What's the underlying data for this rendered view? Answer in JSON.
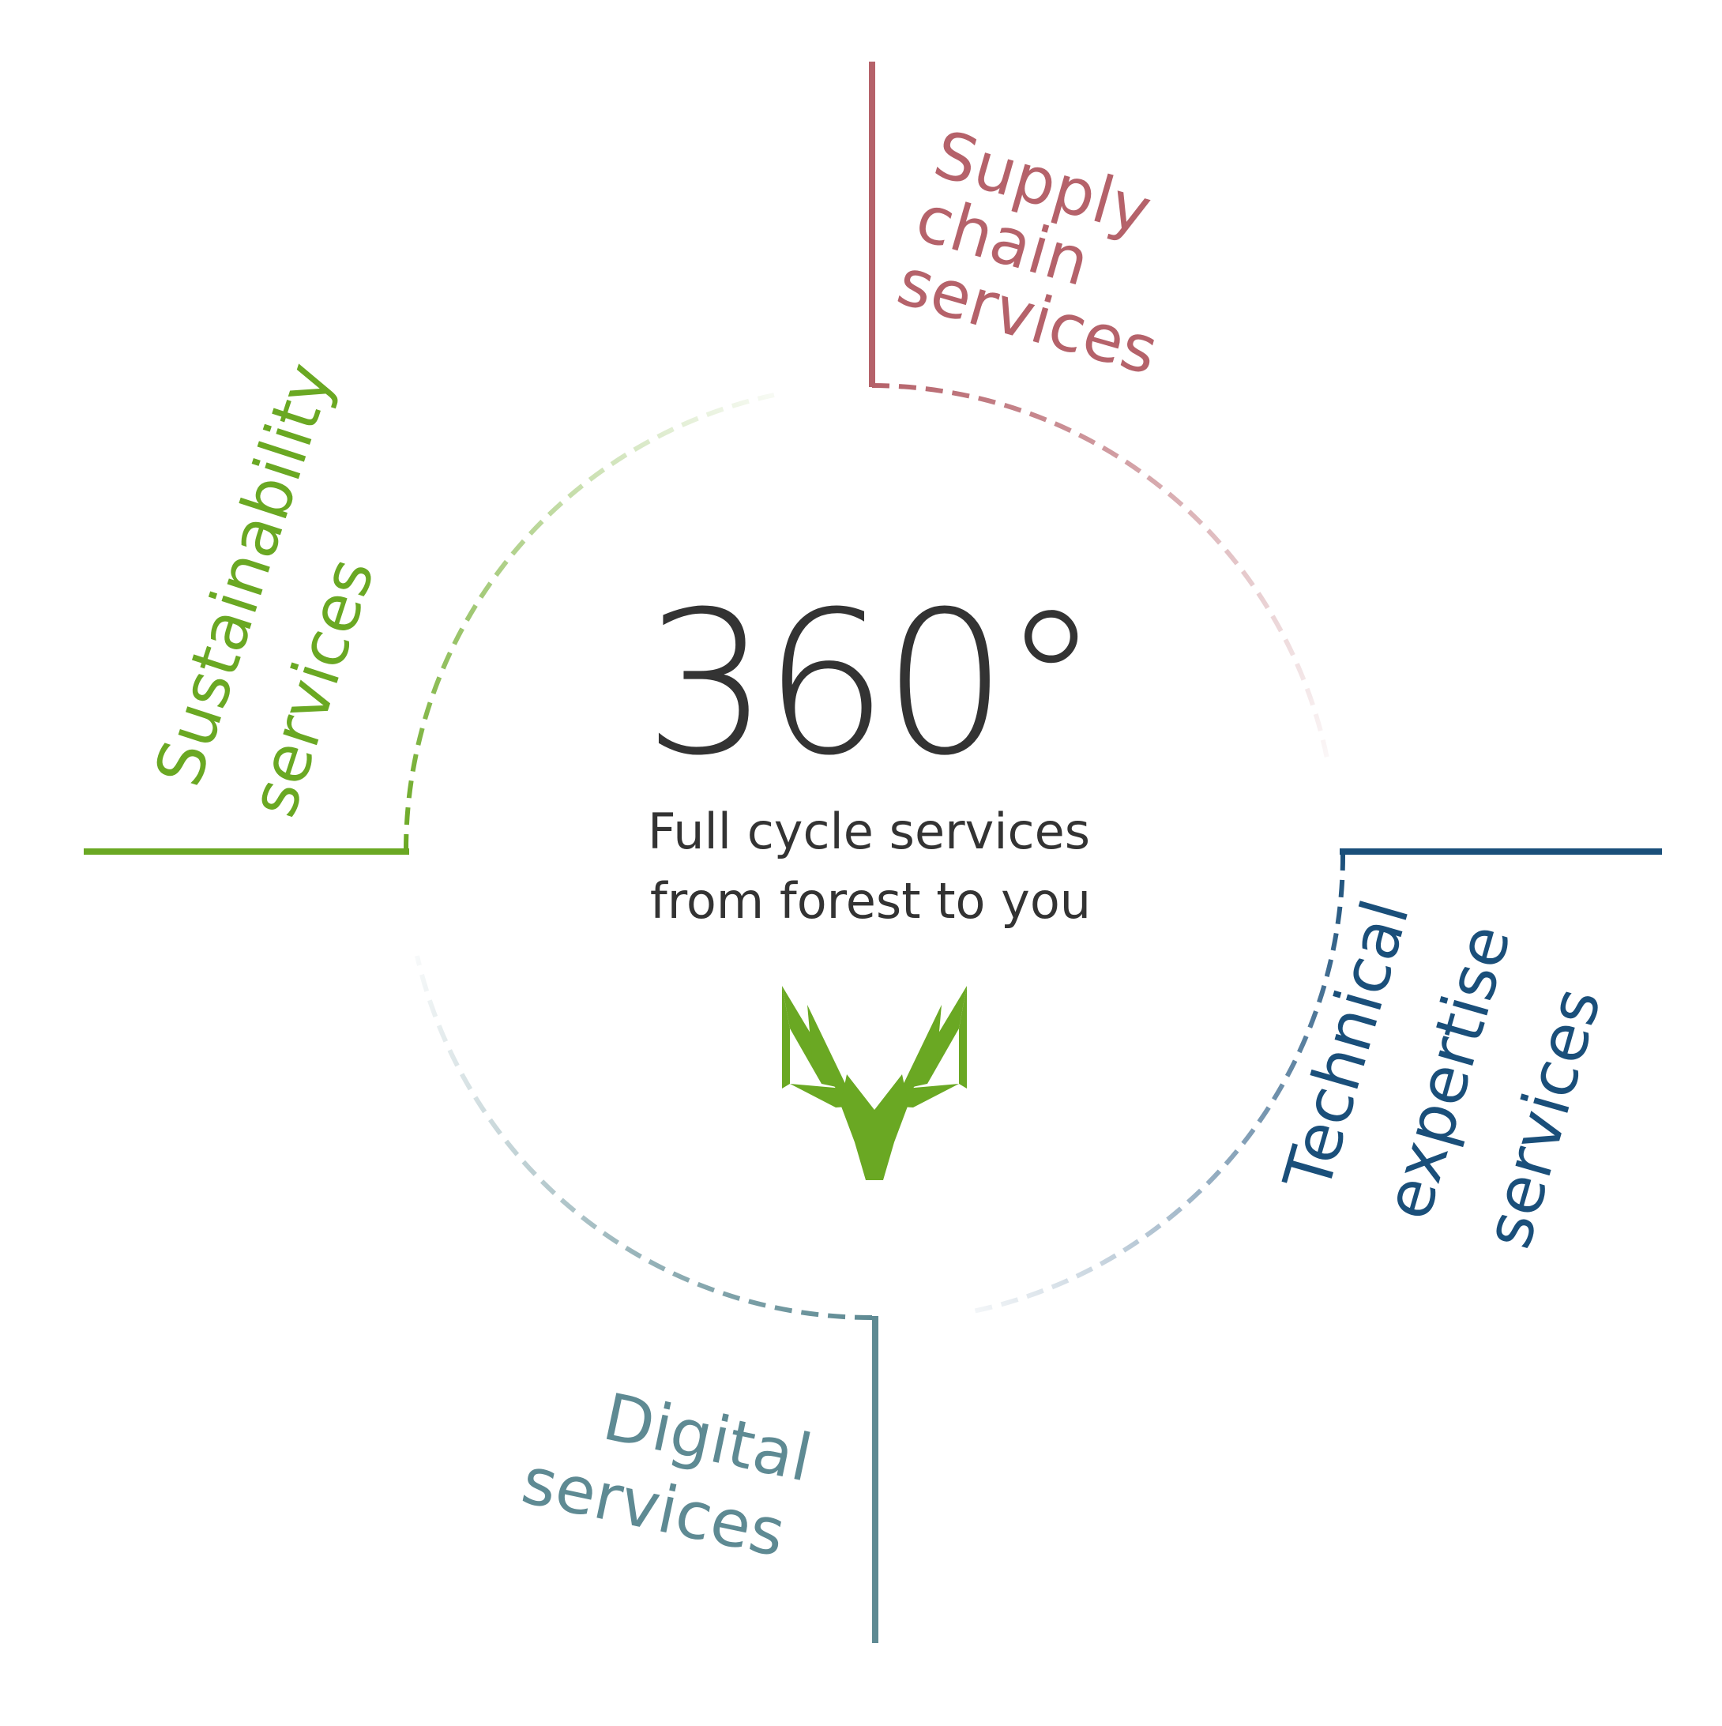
{
  "center": {
    "title": "360°",
    "subtitle_lines": [
      "Full cycle services",
      "from forest to you"
    ]
  },
  "logo": {
    "icon": "moose-head-icon",
    "color": "#6aa823"
  },
  "segments": [
    {
      "id": "supply-chain",
      "label_lines": [
        "Supply",
        "chain",
        "services"
      ],
      "color": "#b5626a"
    },
    {
      "id": "technical-expertise",
      "label_lines": [
        "Technical",
        "expertise",
        "services"
      ],
      "color": "#1a4f7a"
    },
    {
      "id": "digital",
      "label_lines": [
        "Digital",
        "services"
      ],
      "color": "#5e8a93"
    },
    {
      "id": "sustainability",
      "label_lines": [
        "Sustainability",
        "services"
      ],
      "color": "#6aa823"
    }
  ]
}
